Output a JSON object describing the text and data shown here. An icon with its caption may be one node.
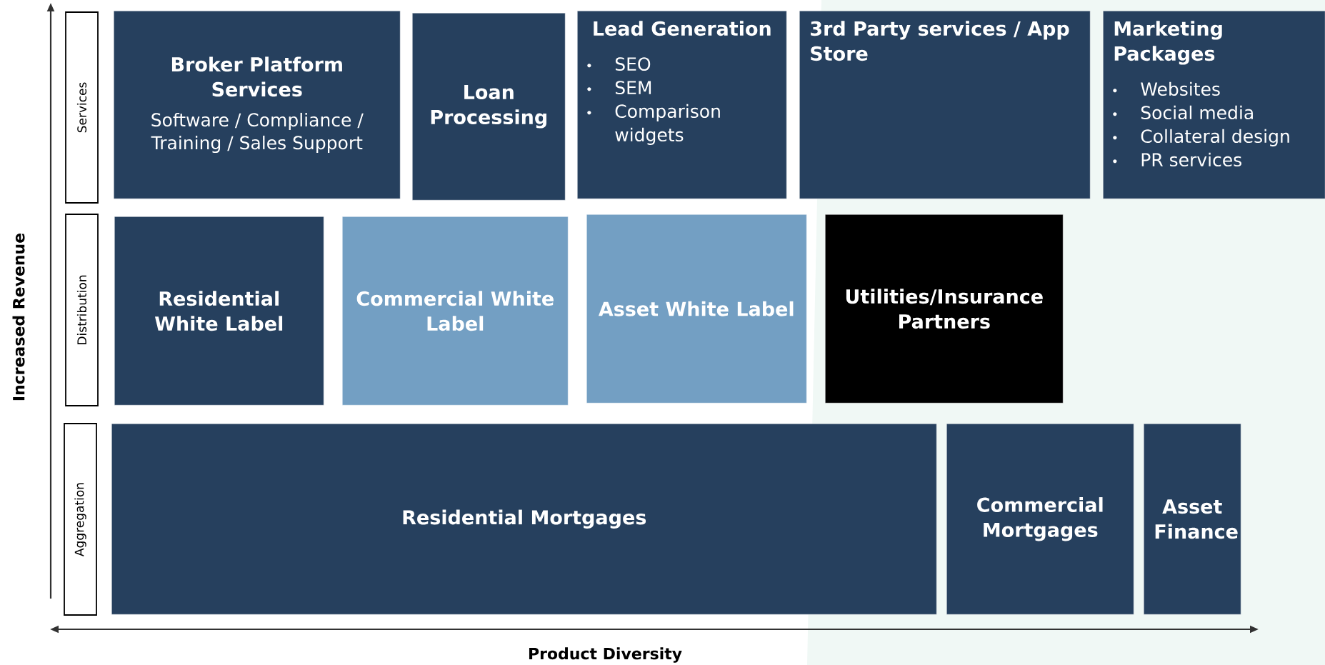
{
  "diagram": {
    "nodes": [
      {
        "text": [
          "Services"
        ]
      },
      {
        "text": [
          "Broker Platform Services",
          "Software / Compliance / Training / Sales Support"
        ]
      },
      {
        "text": [
          "Loan Processing"
        ]
      },
      {
        "text": [
          "Lead Generation",
          "SEO",
          "SEM",
          "Comparison widgets"
        ]
      },
      {
        "text": [
          "3rd Party services / App Store"
        ]
      },
      {
        "text": [
          "Marketing Packages",
          "Websites",
          "Social media",
          "Collateral design",
          "PR services"
        ]
      },
      {
        "text": [
          "Distribution"
        ]
      },
      {
        "text": [
          "Residential White Label"
        ]
      },
      {
        "text": [
          "Commercial White Label"
        ]
      },
      {
        "text": [
          "Asset White Label"
        ]
      },
      {
        "text": [
          "Utilities/Insurance Partners"
        ]
      },
      {
        "text": [
          "Aggregation"
        ]
      },
      {
        "text": [
          "Residential Mortgages"
        ]
      },
      {
        "text": [
          "Commercial Mortgages"
        ]
      },
      {
        "text": [
          "Asset Finance"
        ]
      }
    ],
    "labels": [
      "Increased Revenue",
      "Product Diversity"
    ]
  }
}
